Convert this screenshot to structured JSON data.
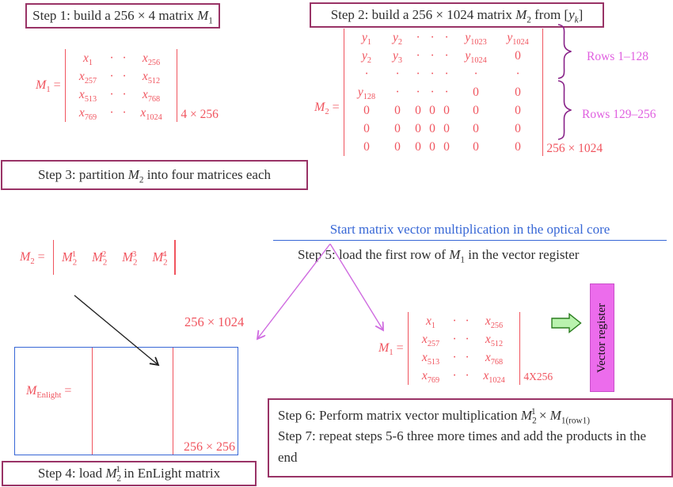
{
  "step1": {
    "label": "Step 1: build a 256 × 4 matrix <i>M</i><sub>1</sub>"
  },
  "step2": {
    "label": "Step 2: build a 256 × 1024 matrix <i>M</i><sub>2</sub> from [<i>y</i><sub><i>k</i></sub>]"
  },
  "step3": {
    "label": "Step 3: partition <i>M</i><sub>2</sub> into four matrices each"
  },
  "step4": {
    "label": "Step 4: load <i>M</i><sub>2</sub><sup class='tuck'>1</sup> in EnLight matrix"
  },
  "optical": {
    "heading": "Start matrix vector multiplication in the optical core",
    "step5": "Step 5: load the first row of <i>M</i><sub>1</sub> in the vector register"
  },
  "step67": {
    "step6": "Step 6: Perform matrix vector multiplication <i>M</i><sub>2</sub><sup class='tuck'>1</sup> × <i>M</i><sub>1(row1)</sub>",
    "step7": "Step 7: repeat steps 5-6 three more times and add the products in the end"
  },
  "m1": {
    "lhs": "<i>M</i><sub>1</sub> =",
    "rows": [
      [
        "<i>x</i><sub>1</sub>",
        "·",
        "·",
        "<i>x</i><sub>256</sub>"
      ],
      [
        "<i>x</i><sub>257</sub>",
        "·",
        "·",
        "<i>x</i><sub>512</sub>"
      ],
      [
        "<i>x</i><sub>513</sub>",
        "·",
        "·",
        "<i>x</i><sub>768</sub>"
      ],
      [
        "<i>x</i><sub>769</sub>",
        "·",
        "·",
        "<i>x</i><sub>1024</sub>"
      ]
    ],
    "dim_top": "4 × 256",
    "dim_bottom": "4X256"
  },
  "m2": {
    "lhs": "<i>M</i><sub>2</sub> =",
    "rows": [
      [
        "<i>y</i><sub>1</sub>",
        "<i>y</i><sub>2</sub>",
        "·",
        "·",
        "·",
        "<i>y</i><sub>1023</sub>",
        "<i>y</i><sub>1024</sub>"
      ],
      [
        "<i>y</i><sub>2</sub>",
        "<i>y</i><sub>3</sub>",
        "·",
        "·",
        "·",
        "<i>y</i><sub>1024</sub>",
        "0"
      ],
      [
        "·",
        "·",
        "·",
        "·",
        "·",
        "·",
        "·"
      ],
      [
        "<i>y</i><sub>128</sub>",
        "·",
        "·",
        "·",
        "·",
        "0",
        "0"
      ],
      [
        "0",
        "0",
        "0",
        "0",
        "0",
        "0",
        "0"
      ],
      [
        "0",
        "0",
        "0",
        "0",
        "0",
        "0",
        "0"
      ],
      [
        "0",
        "0",
        "0",
        "0",
        "0",
        "0",
        "0"
      ]
    ],
    "dim": "256 × 1024",
    "row_groups": [
      {
        "label": "Rows 1–128"
      },
      {
        "label": "Rows 129–256"
      }
    ]
  },
  "partition": {
    "lhs": "<i>M</i><sub>2</sub> =",
    "cells": [
      "<i>M</i><sub>2</sub><sup class='tuck'>1</sup>",
      "<i>M</i><sub>2</sub><sup class='tuck'>2</sup>",
      "<i>M</i><sub>2</sub><sup class='tuck'>3</sup>",
      "<i>M</i><sub>2</sub><sup class='tuck'>4</sup>"
    ],
    "dim_label": "256 × 1024"
  },
  "enlight": {
    "lhs": "<i>M</i><sub>Enlight</sub> =",
    "dim": "256 × 256"
  },
  "vector_register": {
    "label": "Vector register"
  },
  "colors": {
    "box_border_purple": "#993366",
    "matrix_red": "#f0545e",
    "blue": "#3767d6",
    "row_label_magenta": "#e060e0",
    "brace_purple": "#882288",
    "arrow_violet": "#cf6be0",
    "green_arrow_fill": "#b9f2ae",
    "green_arrow_stroke": "#2a7d1e",
    "vector_register_fill": "#ec6cec"
  }
}
